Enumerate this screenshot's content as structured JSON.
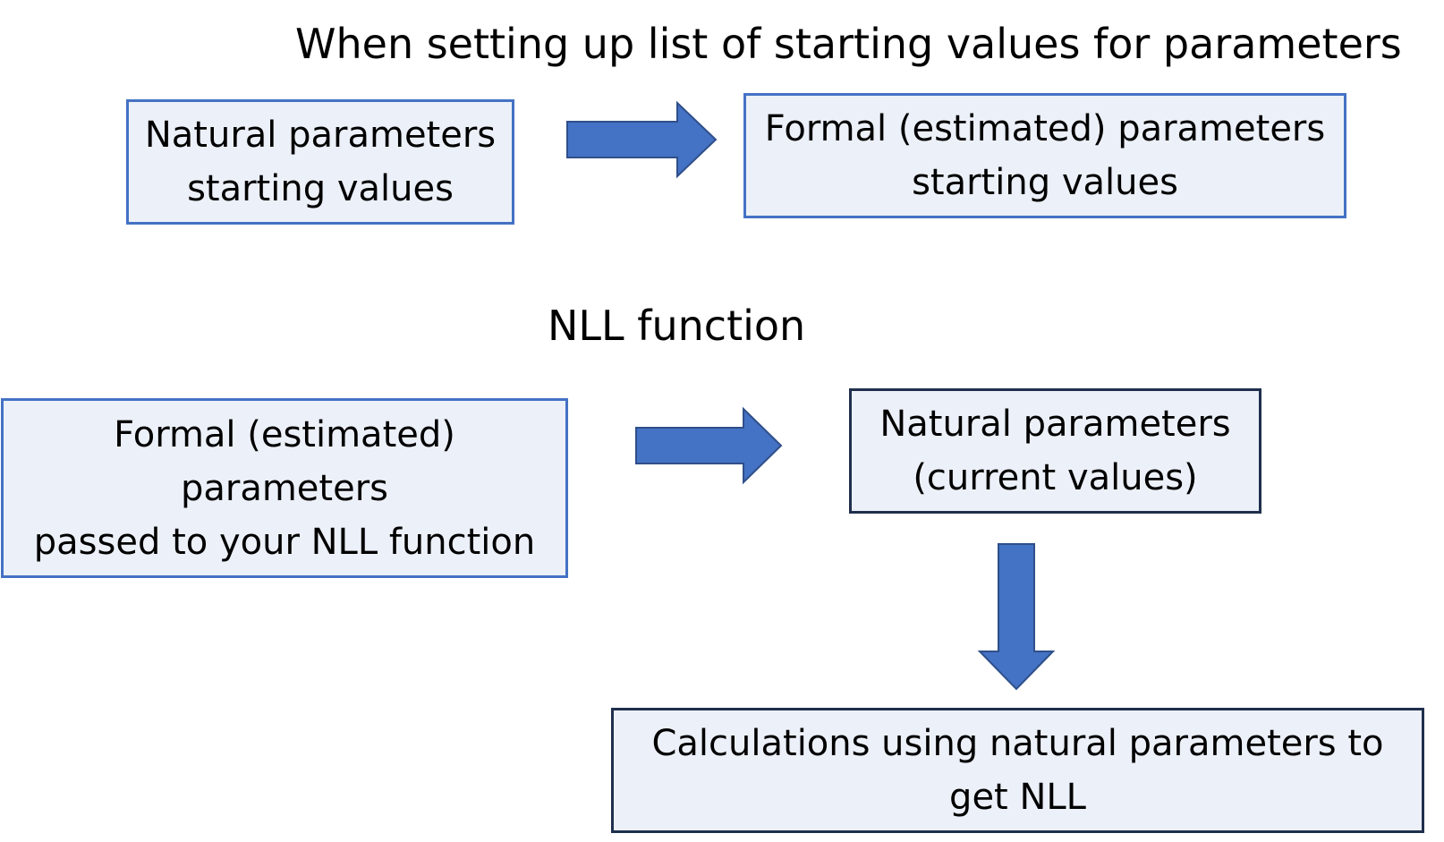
{
  "diagram": {
    "colors": {
      "box_fill": "#ecf0f8",
      "box_border_light": "#4472c4",
      "box_border_dark": "#1f2f4d",
      "arrow_fill": "#4472c4",
      "arrow_stroke": "#2f4f8a"
    },
    "section_starting": {
      "heading": "When setting up list of starting values for parameters",
      "left_box": {
        "line1": "Natural parameters",
        "line2": "starting values"
      },
      "right_box": {
        "line1": "Formal (estimated) parameters",
        "line2": "starting values"
      }
    },
    "section_nll": {
      "heading": "NLL function",
      "left_box": {
        "line1": "Formal (estimated)",
        "line2": "parameters",
        "line3": "passed to your NLL function"
      },
      "right_box": {
        "line1": "Natural parameters",
        "line2": "(current values)"
      },
      "bottom_box": {
        "line1": "Calculations using natural parameters to",
        "line2": "get NLL"
      }
    }
  }
}
